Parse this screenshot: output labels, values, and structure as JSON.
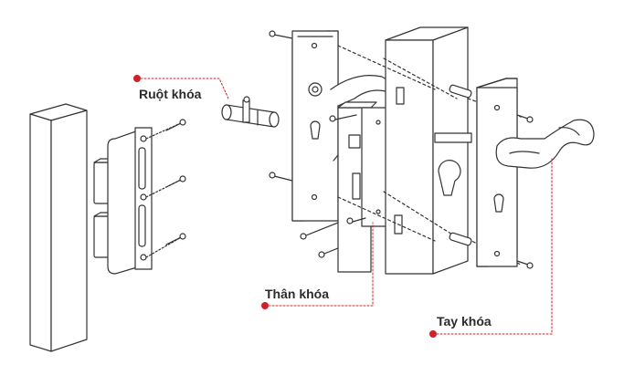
{
  "labels": {
    "cylinder": "Ruột khóa",
    "lock_body": "Thân khóa",
    "handle": "Tay khóa"
  },
  "colors": {
    "accent": "#d0202a",
    "line": "#333333",
    "text": "#2b2b2b",
    "background": "#ffffff"
  }
}
